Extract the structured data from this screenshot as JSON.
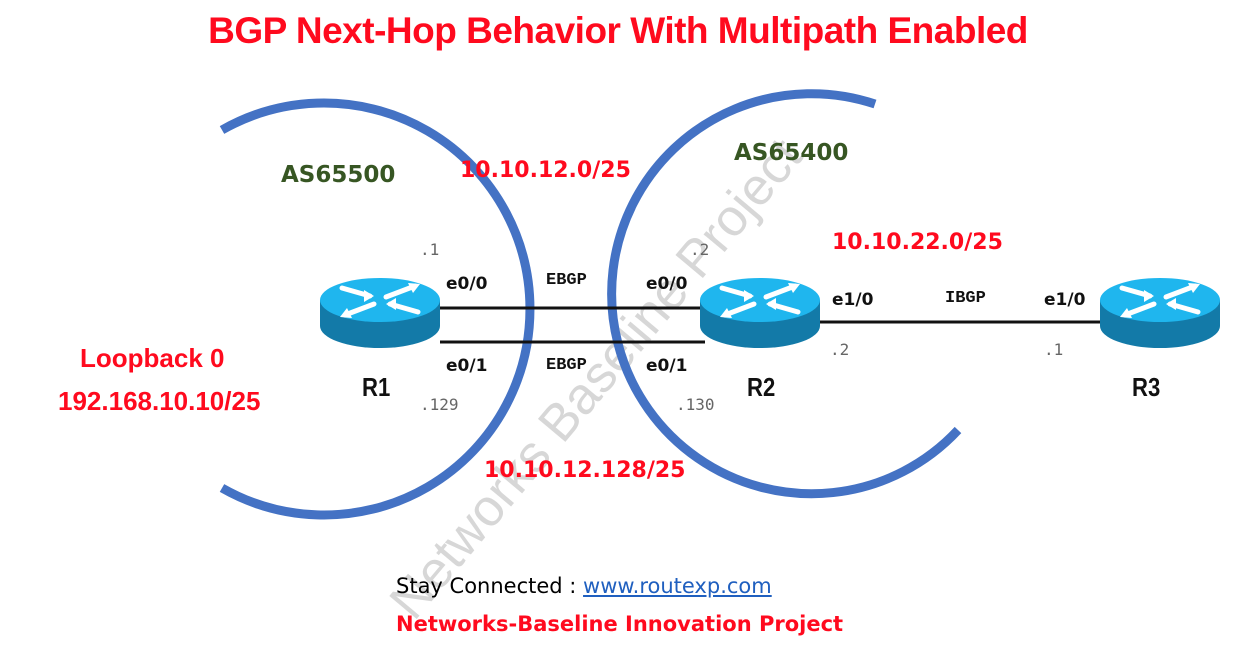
{
  "title": "BGP Next-Hop Behavior With Multipath Enabled",
  "watermark": "Networks Baseline Project",
  "colors": {
    "title_red": "#ff0a1e",
    "as_green": "#375623",
    "arc_blue": "#4472c4",
    "router_top": "#1fb6ee",
    "router_side": "#137aa8",
    "link": "#111111",
    "ip_gray": "#666666",
    "link_blue": "#1f5fbf"
  },
  "autonomous_systems": [
    {
      "id": "as65500",
      "label": "AS65500"
    },
    {
      "id": "as65400",
      "label": "AS65400"
    }
  ],
  "subnets": {
    "r1_r2_top": "10.10.12.0/25",
    "r1_r2_bottom": "10.10.12.128/25",
    "r2_r3": "10.10.22.0/25"
  },
  "loopback": {
    "label": "Loopback 0",
    "address": "192.168.10.10/25"
  },
  "routers": [
    {
      "name": "R1"
    },
    {
      "name": "R2"
    },
    {
      "name": "R3"
    }
  ],
  "links": [
    {
      "protocol": "EBGP",
      "a_iface": "e0/0",
      "a_ip": ".1",
      "b_iface": "e0/0",
      "b_ip": ".2"
    },
    {
      "protocol": "EBGP",
      "a_iface": "e0/1",
      "a_ip": ".129",
      "b_iface": "e0/1",
      "b_ip": ".130"
    },
    {
      "protocol": "IBGP",
      "a_iface": "e1/0",
      "a_ip": ".2",
      "b_iface": "e1/0",
      "b_ip": ".1"
    }
  ],
  "footer": {
    "stay_connected_label": "Stay Connected : ",
    "website": "www.routexp.com",
    "project": "Networks-Baseline Innovation Project"
  }
}
